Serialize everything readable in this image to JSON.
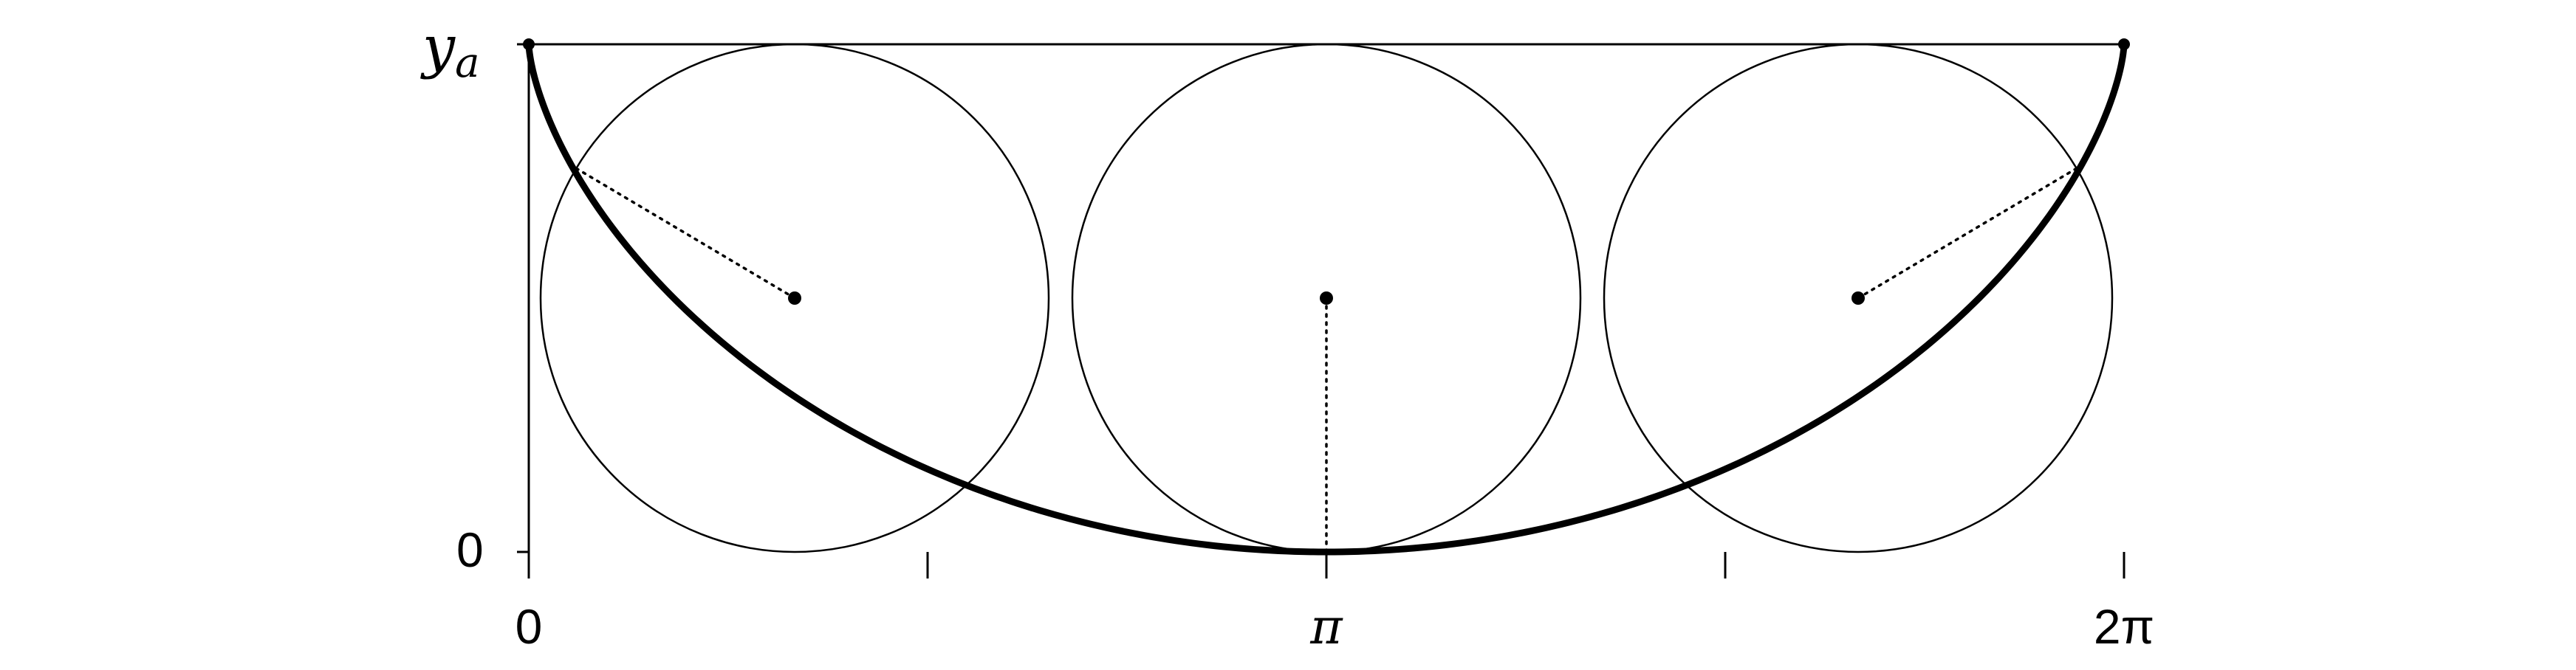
{
  "figure": {
    "y_axis_top_label": "y",
    "y_axis_top_subscript": "a",
    "y_axis_bottom_label": "0",
    "x_tick_labels": [
      "0",
      "π",
      "2π"
    ]
  },
  "colors": {
    "curve": "#000000",
    "circle": "#000000",
    "background": "#ffffff"
  }
}
